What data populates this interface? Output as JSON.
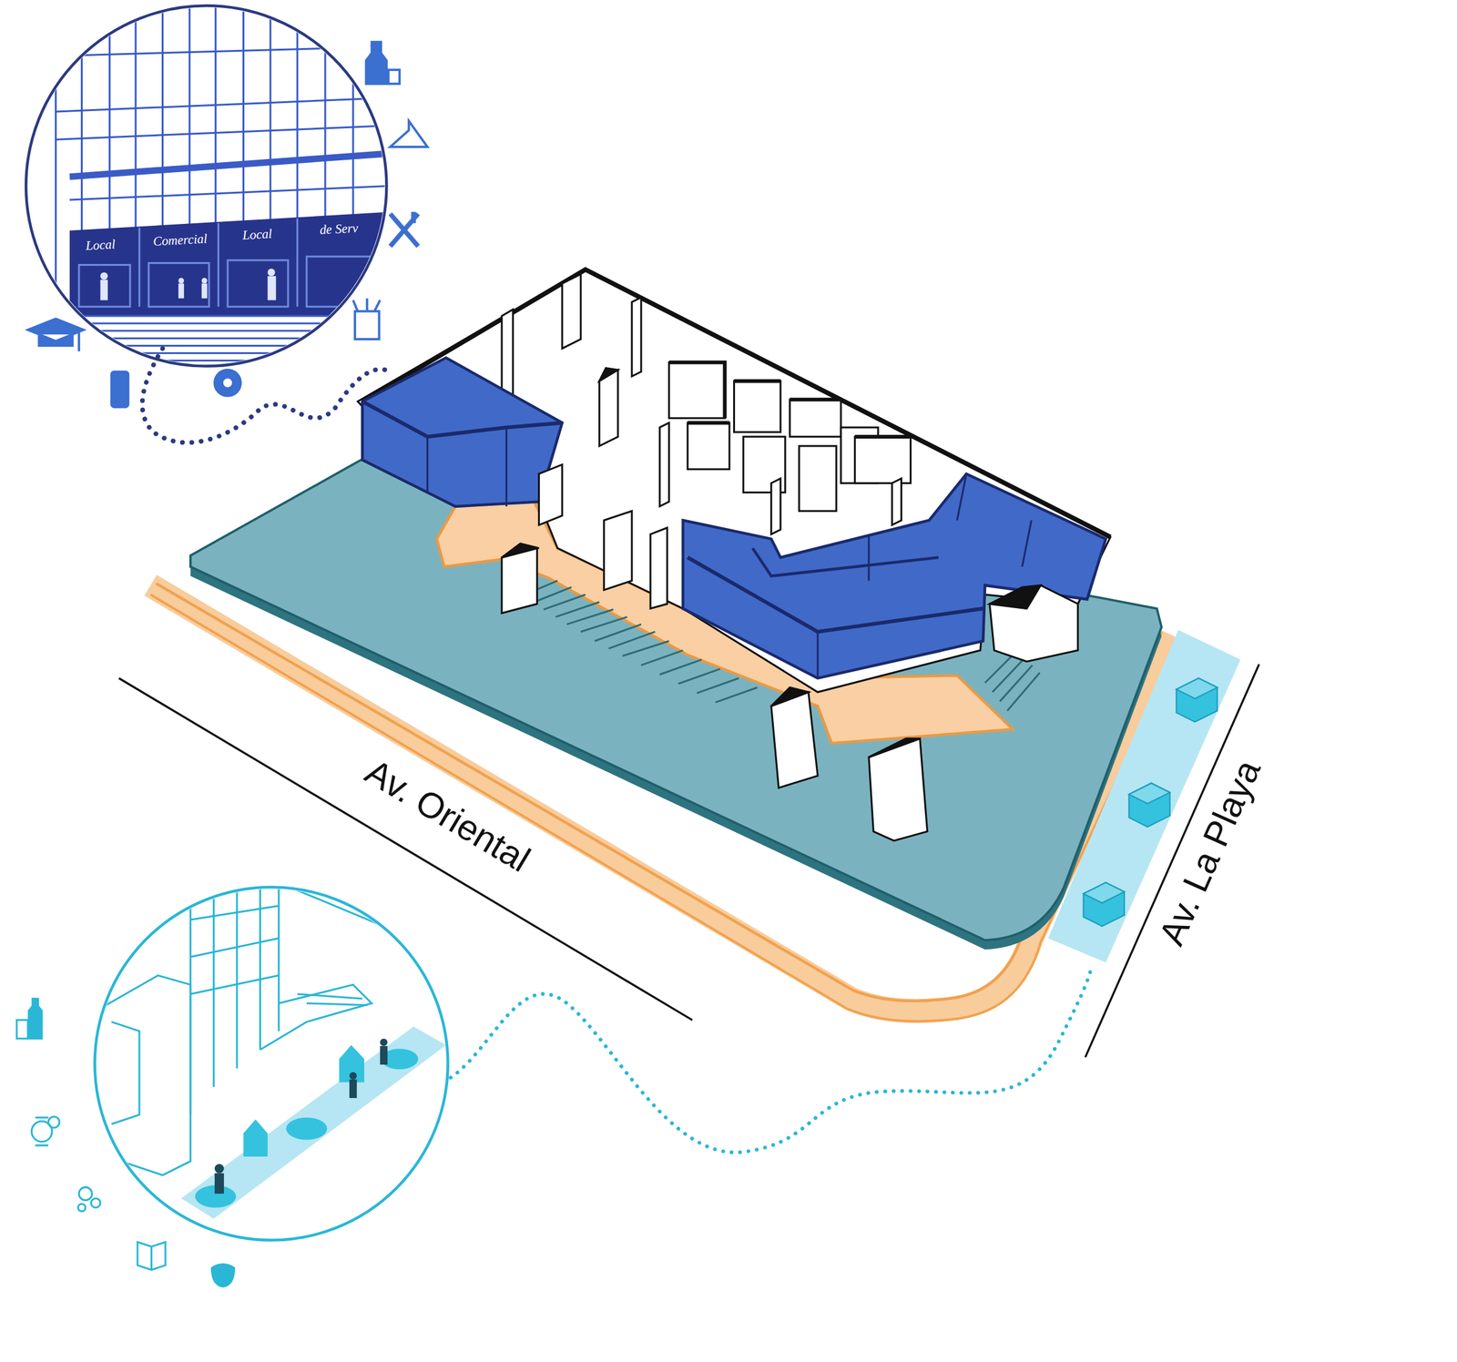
{
  "diagram": {
    "labels": [
      "Local",
      "Comercial",
      "Local",
      "de Serv",
      "Av. Oriental",
      "Av. La Playa"
    ]
  }
}
